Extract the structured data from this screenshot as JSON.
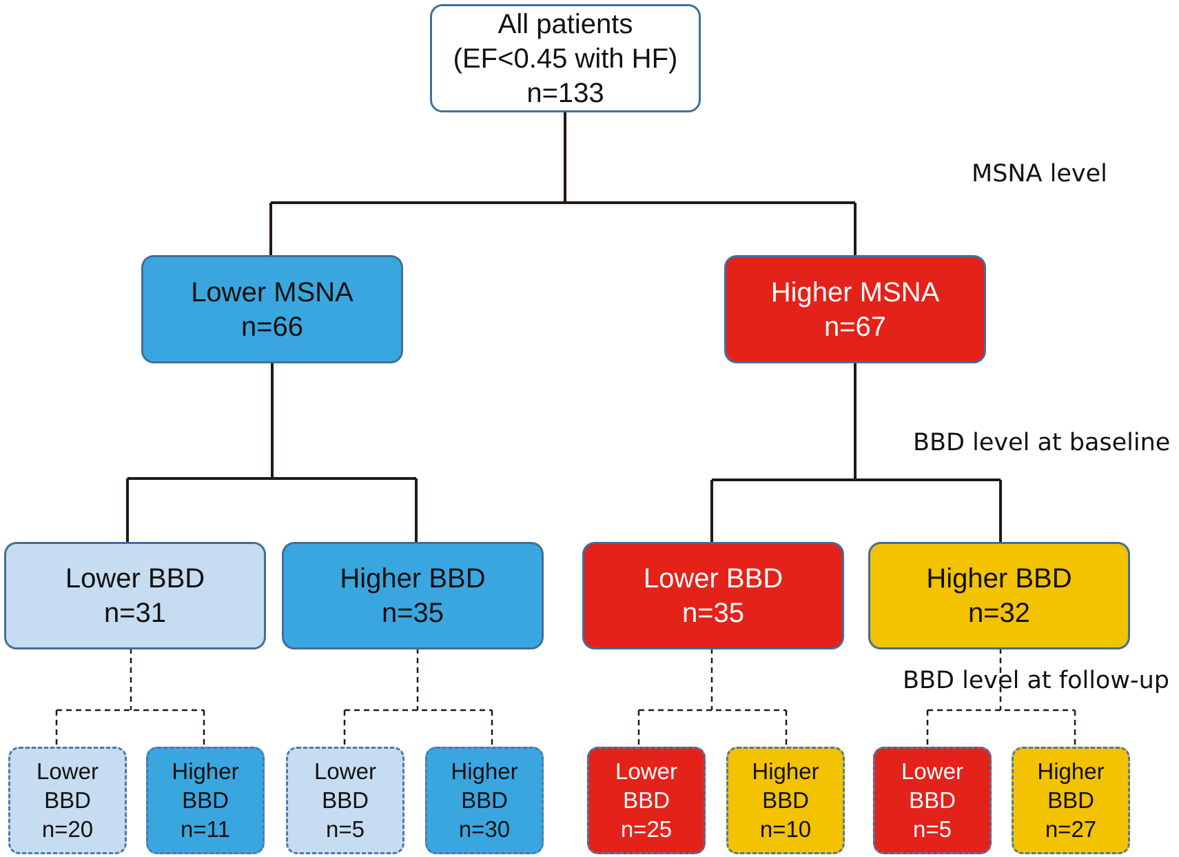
{
  "colors": {
    "white": "#ffffff",
    "light_blue": "#c6dcf0",
    "blue": "#3aa6df",
    "red": "#e3221a",
    "yellow": "#f3c200",
    "border": "#3f6f99",
    "connector": "#231815"
  },
  "root": {
    "line1": "All patients",
    "line2": "(EF<0.45 with HF)",
    "line3": "n=133"
  },
  "levels": {
    "msna": "MSNA level",
    "bbd_baseline": "BBD level at baseline",
    "bbd_followup": "BBD level at follow-up"
  },
  "level1": [
    {
      "label": "Lower MSNA",
      "n": "n=66"
    },
    {
      "label": "Higher MSNA",
      "n": "n=67"
    }
  ],
  "level2": [
    {
      "label": "Lower BBD",
      "n": "n=31"
    },
    {
      "label": "Higher BBD",
      "n": "n=35"
    },
    {
      "label": "Lower BBD",
      "n": "n=35"
    },
    {
      "label": "Higher BBD",
      "n": "n=32"
    }
  ],
  "level3": [
    {
      "line1": "Lower",
      "line2": "BBD",
      "n": "n=20"
    },
    {
      "line1": "Higher",
      "line2": "BBD",
      "n": "n=11"
    },
    {
      "line1": "Lower",
      "line2": "BBD",
      "n": "n=5"
    },
    {
      "line1": "Higher",
      "line2": "BBD",
      "n": "n=30"
    },
    {
      "line1": "Lower",
      "line2": "BBD",
      "n": "n=25"
    },
    {
      "line1": "Higher",
      "line2": "BBD",
      "n": "n=10"
    },
    {
      "line1": "Lower",
      "line2": "BBD",
      "n": "n=5"
    },
    {
      "line1": "Higher",
      "line2": "BBD",
      "n": "n=27"
    }
  ]
}
